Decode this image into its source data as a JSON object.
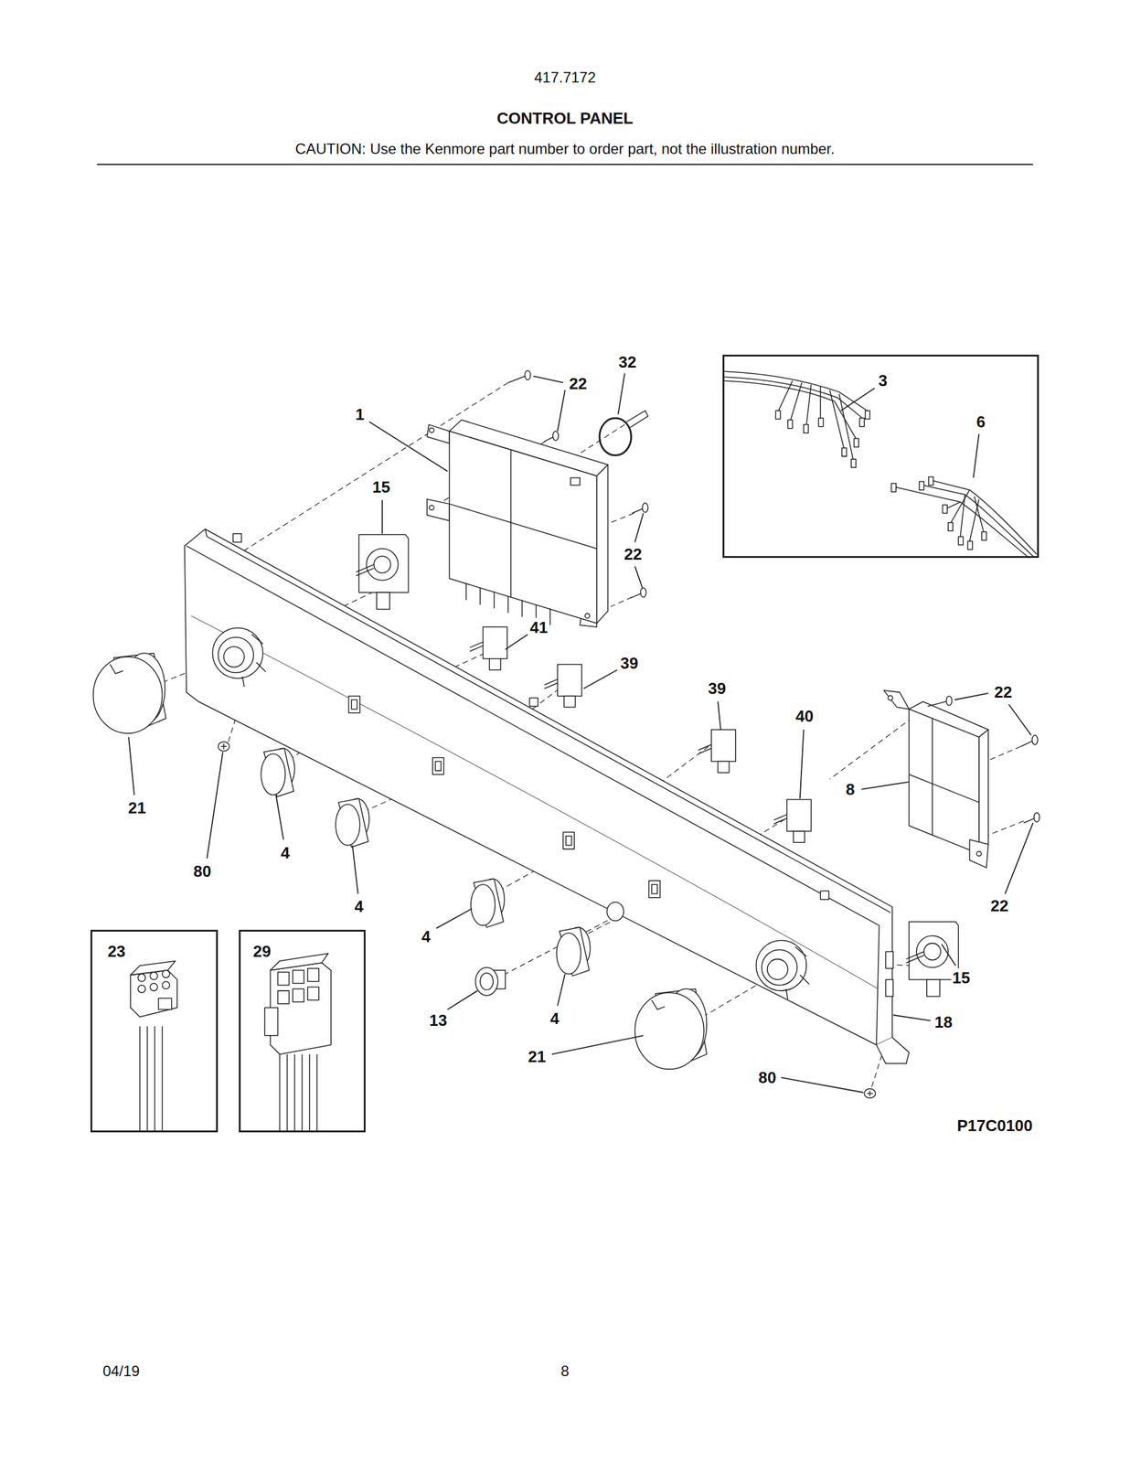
{
  "diagram": {
    "title": "CONTROL PANEL",
    "nodes": [
      {
        "text": [
          "3",
          "6"
        ]
      },
      {
        "text": [
          "23"
        ]
      },
      {
        "text": [
          "29"
        ]
      }
    ],
    "labels": [
      "417.7172",
      "CAUTION: Use the Kenmore part number to order part, not the illustration number.",
      "32",
      "22",
      "1",
      "15",
      "22",
      "41",
      "39",
      "39",
      "22",
      "40",
      "8",
      "21",
      "80",
      "4",
      "4",
      "22",
      "4",
      "15",
      "13",
      "4",
      "18",
      "21",
      "80",
      "P17C0100",
      "04/19",
      "8"
    ]
  }
}
